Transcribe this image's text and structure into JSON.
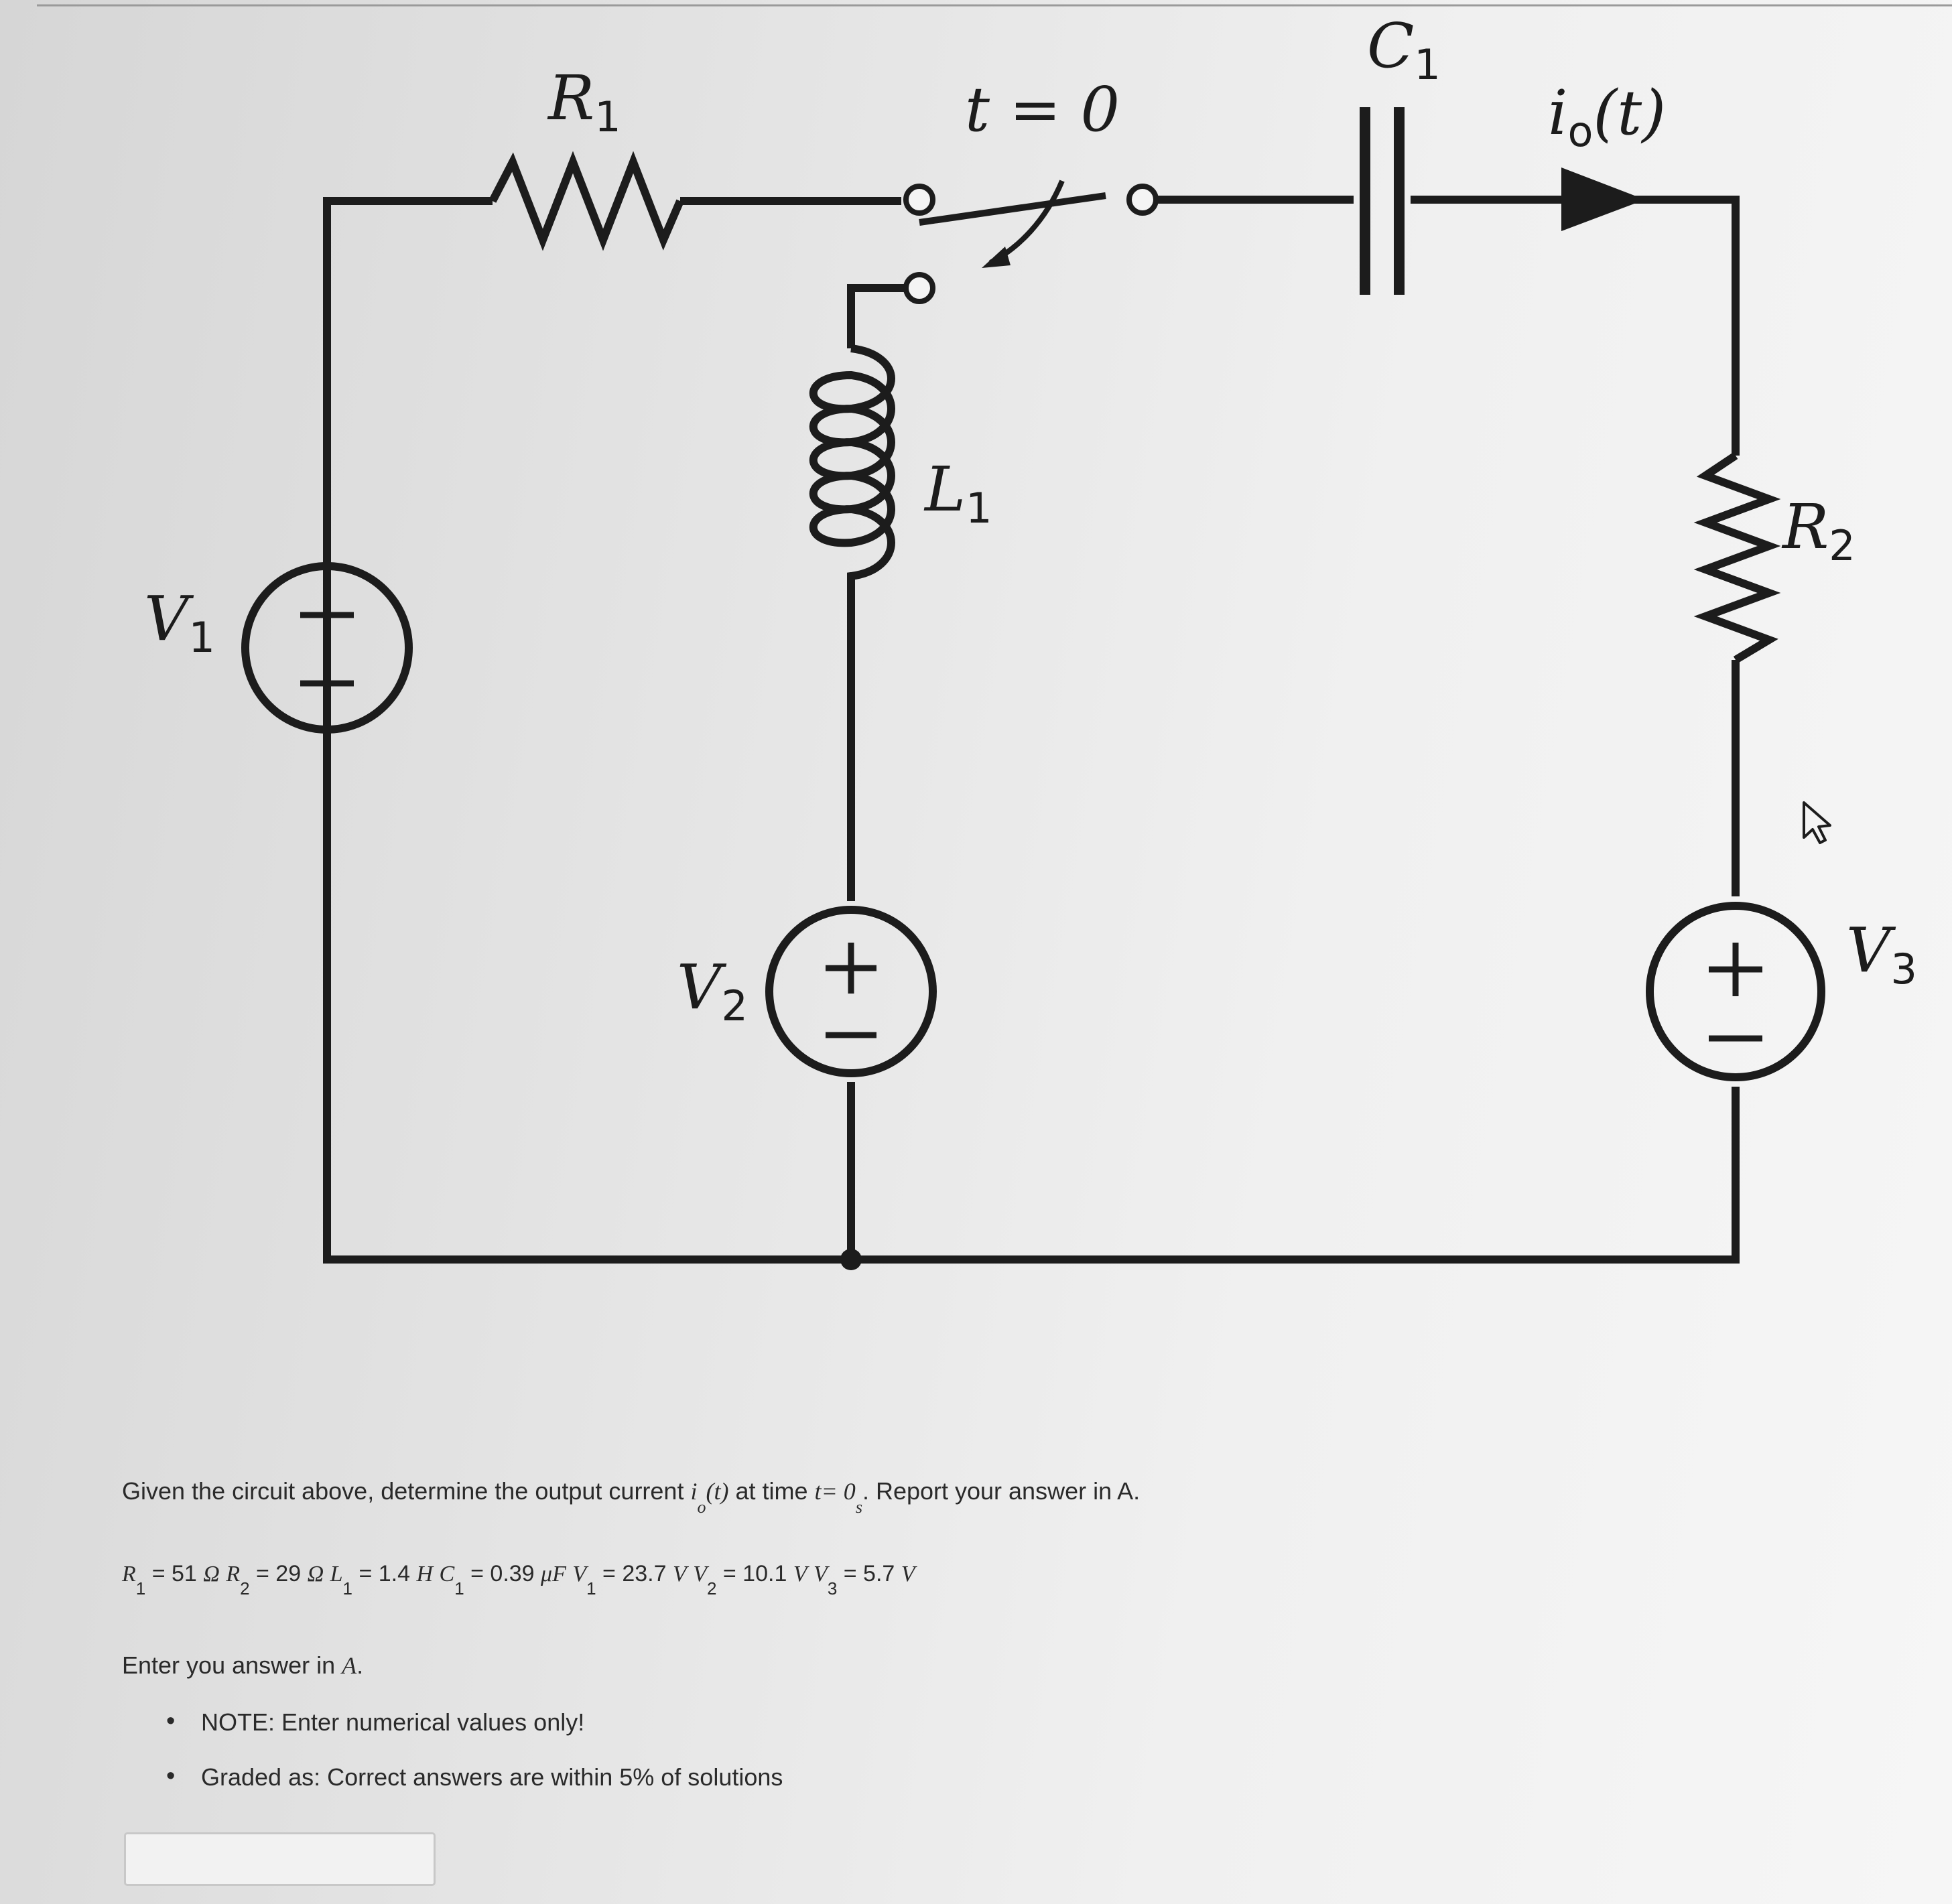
{
  "circuit": {
    "labels": {
      "R1": "R",
      "R1_sub": "1",
      "R2": "R",
      "R2_sub": "2",
      "C1": "C",
      "C1_sub": "1",
      "L1": "L",
      "L1_sub": "1",
      "V1": "V",
      "V1_sub": "1",
      "V2": "V",
      "V2_sub": "2",
      "V3": "V",
      "V3_sub": "3",
      "switch": "t = 0",
      "current_i": "i",
      "current_sub": "o",
      "current_arg": "(t)"
    }
  },
  "question": {
    "text_before": "Given the circuit above, determine the output current ",
    "var": "i",
    "var_sub": "o",
    "var_arg": "(t)",
    "text_mid": " at time ",
    "time_expr": "t= 0",
    "unit": "s",
    "text_after": ". Report your answer in A."
  },
  "params": [
    {
      "sym": "R",
      "sub": "1",
      "value": " = 51 ",
      "unit": "Ω"
    },
    {
      "sym": "R",
      "sub": "2",
      "value": " = 29 ",
      "unit": "Ω"
    },
    {
      "sym": "L",
      "sub": "1",
      "value": " = 1.4 ",
      "unit": "H"
    },
    {
      "sym": "C",
      "sub": "1",
      "value": " = 0.39 ",
      "unit": "μF"
    },
    {
      "sym": "V",
      "sub": "1",
      "value": " = 23.7 ",
      "unit": "V"
    },
    {
      "sym": "V",
      "sub": "2",
      "value": " = 10.1 ",
      "unit": "V"
    },
    {
      "sym": "V",
      "sub": "3",
      "value": " = 5.7 ",
      "unit": "V"
    }
  ],
  "prompt": {
    "text": "Enter you answer in ",
    "unit": "A",
    "end": "."
  },
  "notes": [
    "NOTE: Enter numerical values only!",
    "Graded as: Correct answers are within 5% of solutions"
  ],
  "answer": {
    "value": "",
    "placeholder": ""
  }
}
